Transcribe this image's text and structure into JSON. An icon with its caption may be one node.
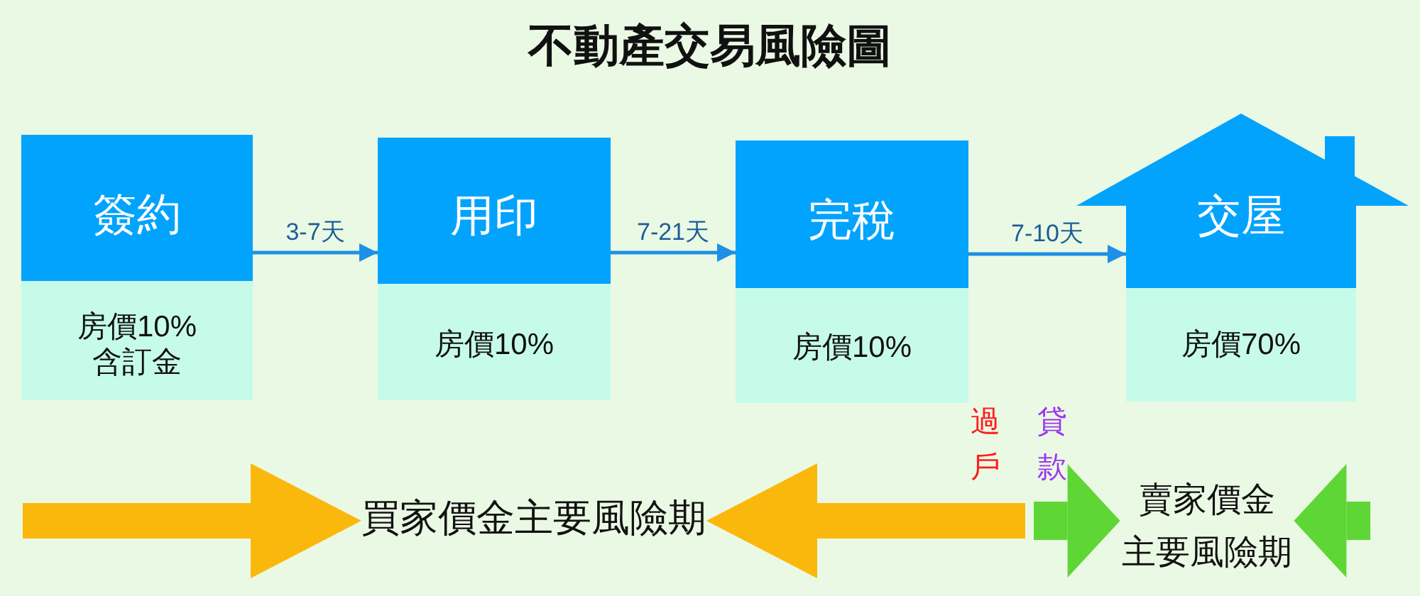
{
  "diagram": {
    "title": "不動產交易風險圖",
    "nodes": [
      {
        "text": [
          "簽約",
          "房價10%含訂金"
        ]
      },
      {
        "text": [
          "用印",
          "房價10%"
        ]
      },
      {
        "text": [
          "完稅",
          "房價10%"
        ]
      },
      {
        "text": [
          "交屋",
          "房價70%"
        ]
      },
      {
        "text": [
          "買家價金主要風險期"
        ]
      },
      {
        "text": [
          "賣家價金主要風險期"
        ]
      }
    ],
    "edges": [
      {
        "from": 0,
        "to": 1,
        "arrow": "to",
        "label": "3-7天"
      },
      {
        "from": 1,
        "to": 2,
        "arrow": "to",
        "label": "7-21天"
      },
      {
        "from": 2,
        "to": 3,
        "arrow": "to",
        "label": "7-10天"
      },
      {
        "from": null,
        "to": 4,
        "arrow": "to",
        "color": "#fbb80c"
      },
      {
        "from": null,
        "to": 4,
        "arrow": "to",
        "color": "#fbb80c"
      },
      {
        "from": null,
        "to": 5,
        "arrow": "to",
        "color": "#5ed636"
      },
      {
        "from": null,
        "to": 5,
        "arrow": "to",
        "color": "#5ed636"
      }
    ],
    "labels": [
      "過戶",
      "貸款"
    ]
  }
}
